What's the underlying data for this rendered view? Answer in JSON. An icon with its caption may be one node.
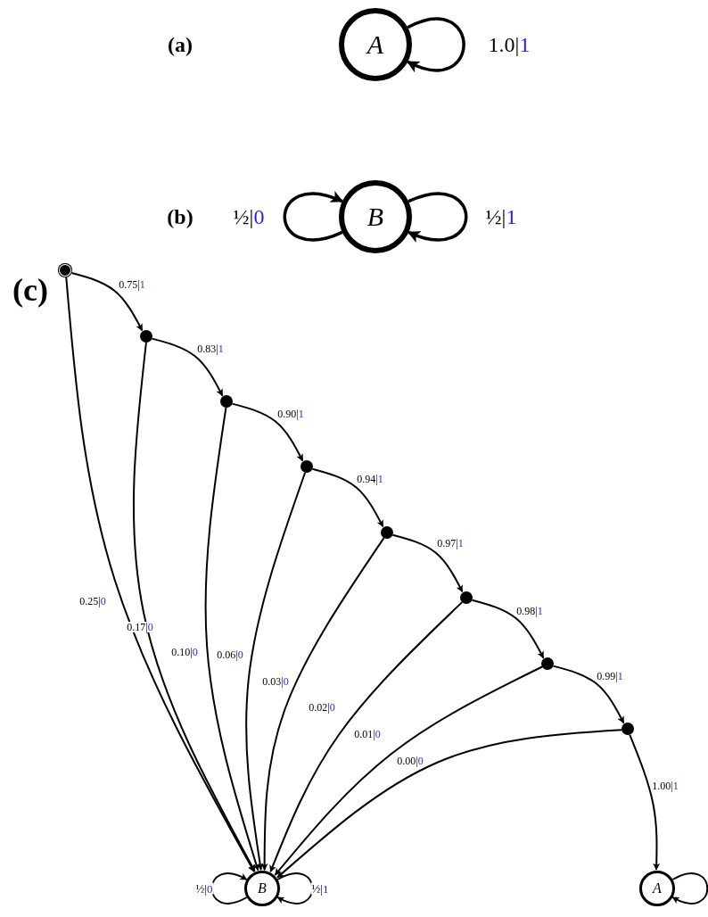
{
  "diagram": {
    "nodes": [
      {
        "text": [
          "A"
        ]
      },
      {
        "text": [
          "B"
        ]
      },
      {
        "text": [],
        "shape": "circle"
      },
      {
        "text": [],
        "shape": "circle"
      },
      {
        "text": [],
        "shape": "circle"
      },
      {
        "text": [],
        "shape": "circle"
      },
      {
        "text": [],
        "shape": "circle"
      },
      {
        "text": [],
        "shape": "circle"
      },
      {
        "text": [],
        "shape": "circle"
      },
      {
        "text": [],
        "shape": "circle"
      },
      {
        "text": [
          "B"
        ]
      },
      {
        "text": [
          "A"
        ]
      }
    ],
    "edges": [
      {
        "from": 0,
        "to": 0,
        "arrow": "to",
        "label": "1.0|1"
      },
      {
        "from": 1,
        "to": 1,
        "arrow": "to",
        "label": "½|0"
      },
      {
        "from": 1,
        "to": 1,
        "arrow": "to",
        "label": "½|1"
      },
      {
        "from": 2,
        "to": 3,
        "arrow": "to",
        "label": "0.75|1"
      },
      {
        "from": 3,
        "to": 4,
        "arrow": "to",
        "label": "0.83|1"
      },
      {
        "from": 4,
        "to": 5,
        "arrow": "to",
        "label": "0.90|1"
      },
      {
        "from": 5,
        "to": 6,
        "arrow": "to",
        "label": "0.94|1"
      },
      {
        "from": 6,
        "to": 7,
        "arrow": "to",
        "label": "0.97|1"
      },
      {
        "from": 7,
        "to": 8,
        "arrow": "to",
        "label": "0.98|1"
      },
      {
        "from": 8,
        "to": 9,
        "arrow": "to",
        "label": "0.99|1"
      },
      {
        "from": 9,
        "to": 11,
        "arrow": "to",
        "label": "1.00|1"
      },
      {
        "from": 2,
        "to": 10,
        "arrow": "to",
        "label": "0.25|0"
      },
      {
        "from": 3,
        "to": 10,
        "arrow": "to",
        "label": "0.17|0"
      },
      {
        "from": 4,
        "to": 10,
        "arrow": "to",
        "label": "0.10|0"
      },
      {
        "from": 5,
        "to": 10,
        "arrow": "to",
        "label": "0.06|0"
      },
      {
        "from": 6,
        "to": 10,
        "arrow": "to",
        "label": "0.03|0"
      },
      {
        "from": 7,
        "to": 10,
        "arrow": "to",
        "label": "0.02|0"
      },
      {
        "from": 8,
        "to": 10,
        "arrow": "to",
        "label": "0.01|0"
      },
      {
        "from": 9,
        "to": 10,
        "arrow": "to",
        "label": "0.00|0"
      },
      {
        "from": 10,
        "to": 10,
        "arrow": "to",
        "label": "½|0"
      },
      {
        "from": 10,
        "to": 10,
        "arrow": "to",
        "label": "½|1"
      },
      {
        "from": 11,
        "to": 11,
        "arrow": "to"
      }
    ],
    "labels": [
      "(a)",
      "(b)",
      "(c)"
    ]
  }
}
